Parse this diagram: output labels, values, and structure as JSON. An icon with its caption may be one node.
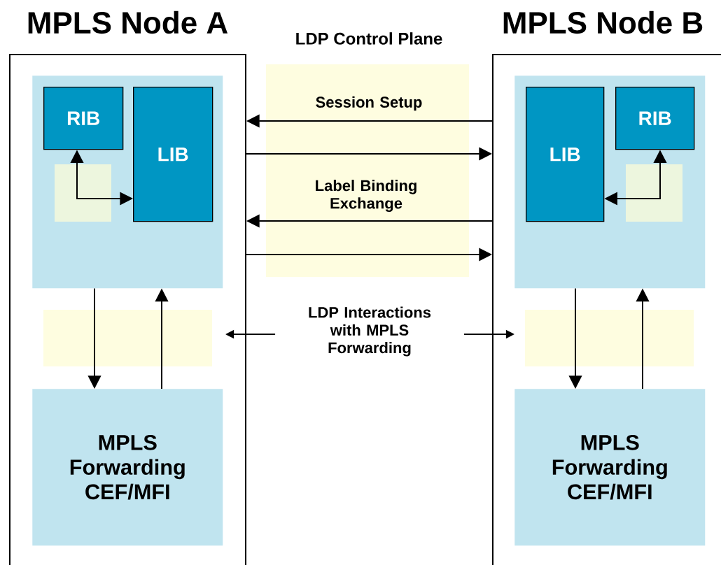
{
  "diagram": {
    "nodes": [
      {
        "text": [
          "MPLS Node A"
        ]
      },
      {
        "text": [],
        "shape": "box",
        "in": 0
      },
      {
        "text": [
          "RIB"
        ],
        "in": 1
      },
      {
        "text": [
          "LIB"
        ],
        "in": 1
      },
      {
        "text": [
          "MPLS Forwarding CEF/MFI"
        ],
        "in": 0
      },
      {
        "text": [
          "MPLS Node B"
        ]
      },
      {
        "text": [],
        "shape": "box",
        "in": 5
      },
      {
        "text": [
          "LIB"
        ],
        "in": 6
      },
      {
        "text": [
          "RIB"
        ],
        "in": 6
      },
      {
        "text": [
          "MPLS Forwarding CEF/MFI"
        ],
        "in": 5
      },
      {
        "text": [
          "LDP Interactions with MPLS Forwarding"
        ]
      }
    ],
    "edges": [
      {
        "from": 2,
        "to": 3,
        "arrow": "both"
      },
      {
        "from": 1,
        "to": 4,
        "arrow": "to"
      },
      {
        "from": 4,
        "to": 1,
        "arrow": "to"
      },
      {
        "from": 8,
        "to": 7,
        "arrow": "both"
      },
      {
        "from": 6,
        "to": 9,
        "arrow": "to"
      },
      {
        "from": 9,
        "to": 6,
        "arrow": "to"
      },
      {
        "from": 5,
        "to": 0,
        "arrow": "to",
        "label": "Session Setup"
      },
      {
        "from": 0,
        "to": 5,
        "arrow": "to"
      },
      {
        "from": 5,
        "to": 0,
        "arrow": "to",
        "label": "Label Binding Exchange"
      },
      {
        "from": 0,
        "to": 5,
        "arrow": "to"
      },
      {
        "from": 10,
        "to": 0,
        "arrow": "to"
      },
      {
        "from": 10,
        "to": 5,
        "arrow": "to"
      }
    ],
    "labels": [
      "LDP Control Plane"
    ]
  }
}
